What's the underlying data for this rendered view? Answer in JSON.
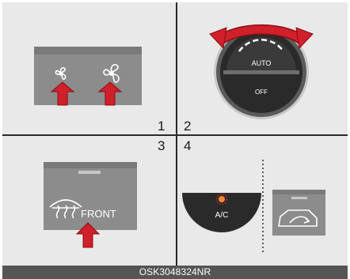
{
  "quadrant_numbers": [
    "1",
    "2",
    "3",
    "4"
  ],
  "knob": {
    "auto_label": "AUTO",
    "off_label": "OFF"
  },
  "front_defrost": {
    "label": "FRONT"
  },
  "ac_button": {
    "label": "A/C"
  },
  "caption": "OSK3048324NR",
  "colors": {
    "arrow_red": "#d0202a",
    "panel_grey": "#8e8e8e",
    "background": "#e9e9e9",
    "footer": "#555555",
    "knob_dark": "#2a2a2a"
  },
  "icons": {
    "fan_low": "fan-low-icon",
    "fan_high": "fan-high-icon",
    "rotate_arrows": "rotate-arrows-icon",
    "windshield_defrost": "windshield-defrost-icon",
    "ac_indicator": "ac-indicator-icon",
    "recirculation": "air-recirculation-icon"
  }
}
